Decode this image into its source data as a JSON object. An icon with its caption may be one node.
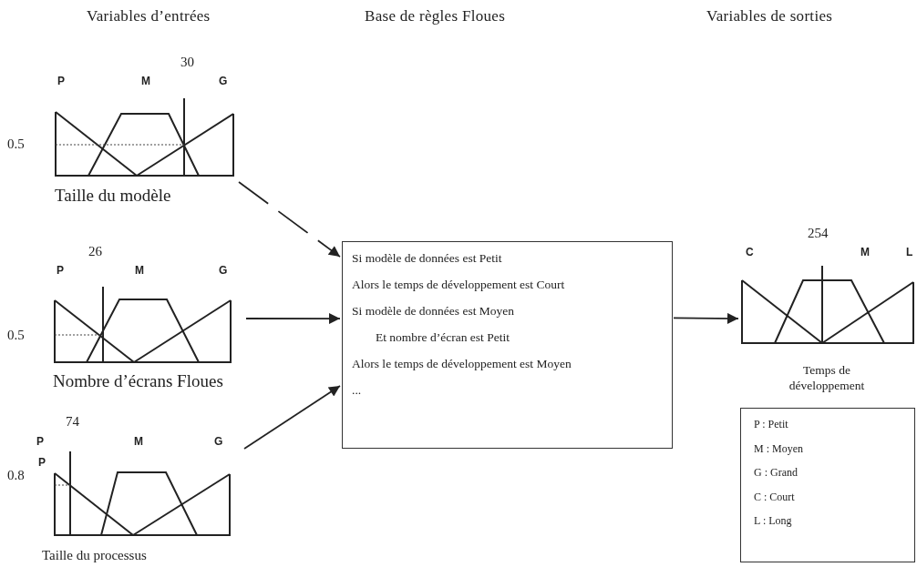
{
  "diagram": {
    "nodes": [
      {
        "text": [],
        "shape": "picture",
        "beside": [
          "30",
          "P",
          "M",
          "G",
          "0.5",
          "Taille du modèle"
        ]
      },
      {
        "text": [],
        "shape": "picture",
        "beside": [
          "26",
          "P",
          "M",
          "G",
          "0.5",
          "Nombre d’écrans Floues"
        ]
      },
      {
        "text": [],
        "shape": "picture",
        "beside": [
          "74",
          "P",
          "M",
          "G",
          "P",
          "0.8",
          "Taille du processus"
        ]
      },
      {
        "text": [
          "Si modèle de données est Petit",
          "Alors le temps de développement est Court",
          "Si modèle de données est Moyen",
          "Et nombre d’écran est Petit",
          "Alors le temps de développement est Moyen",
          "..."
        ]
      },
      {
        "text": [],
        "shape": "picture",
        "beside": [
          "254",
          "C",
          "M",
          "L",
          "Temps de développement"
        ]
      },
      {
        "text": [
          "P : Petit",
          "M : Moyen",
          "G : Grand",
          "C : Court",
          "L : Long"
        ]
      }
    ],
    "edges": [
      {
        "from": 0,
        "to": 3,
        "arrow": "to",
        "style": "dashed"
      },
      {
        "from": 1,
        "to": 3,
        "arrow": "to"
      },
      {
        "from": 2,
        "to": 3,
        "arrow": "to"
      },
      {
        "from": 3,
        "to": 4,
        "arrow": "to"
      }
    ],
    "labels": [
      "Variables d’entrées",
      "Base de règles Floues",
      "Variables de sorties"
    ]
  }
}
